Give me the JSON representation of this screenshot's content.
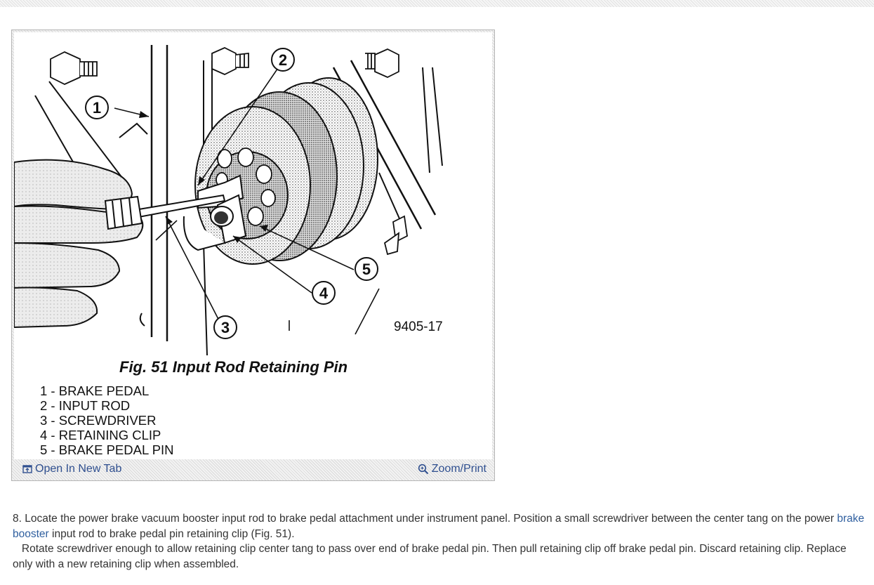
{
  "figure": {
    "callouts": [
      "1",
      "2",
      "3",
      "4",
      "5"
    ],
    "code": "9405-17",
    "title": "Fig. 51 Input Rod Retaining Pin",
    "legend": [
      "1 - BRAKE PEDAL",
      "2 - INPUT ROD",
      "3 - SCREWDRIVER",
      "4 - RETAINING CLIP",
      "5 - BRAKE PEDAL PIN"
    ],
    "open_new_tab_label": "Open In New Tab",
    "open_new_tab_icon": "open-new-tab-icon",
    "zoom_label": "Zoom/Print",
    "zoom_icon": "magnifier-icon",
    "link_color": "#2f4f8f"
  },
  "content": {
    "paragraph1_before_link": " 8. Locate the power brake vacuum booster input rod to brake pedal attachment under instrument panel. Position a small screwdriver between the center tang on the power ",
    "paragraph1_link": "brake booster",
    "paragraph1_after_link": " input rod to brake pedal pin retaining clip (Fig. 51).",
    "paragraph2": "   Rotate screwdriver enough to allow retaining clip center tang to pass over end of brake pedal pin. Then pull retaining clip off brake pedal pin. Discard retaining clip. Replace only with a new retaining clip when assembled."
  }
}
